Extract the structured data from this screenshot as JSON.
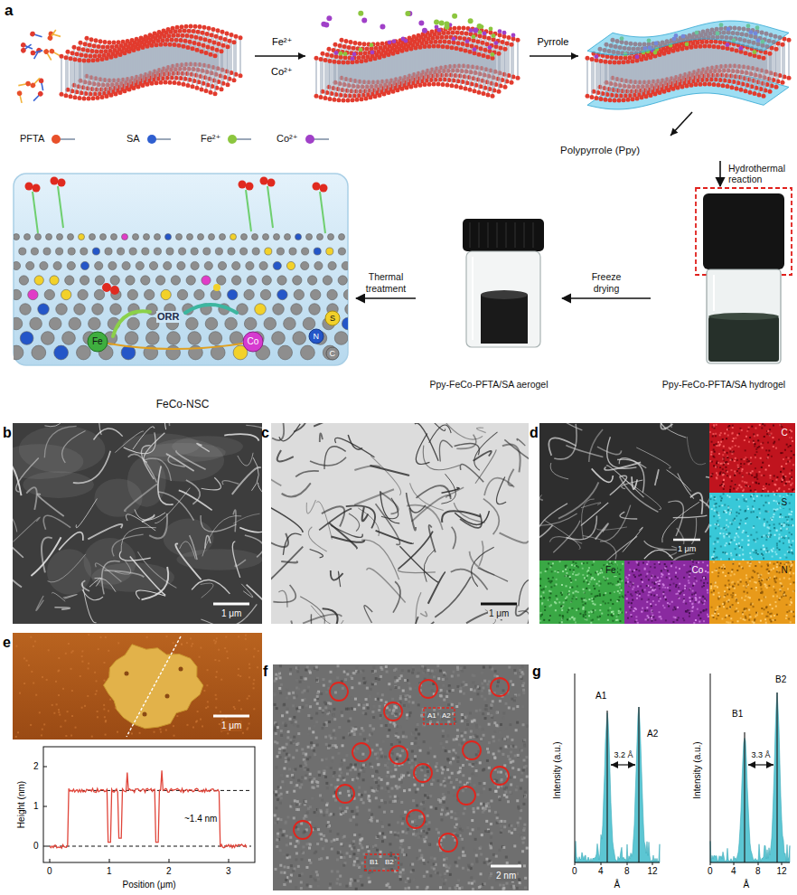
{
  "diagram": {
    "nodes": [
      {
        "text": [
          "Polypyrrole (Ppy)"
        ]
      },
      {
        "text": [
          "Ppy-FeCo-PFTA/SA hydrogel"
        ]
      },
      {
        "text": [
          "Ppy-FeCo-PFTA/SA aerogel"
        ]
      },
      {
        "text": [
          "FeCo-NSC"
        ]
      }
    ],
    "edges": [
      {
        "from": 0,
        "to": 1,
        "label": "Hydrothermal reaction",
        "arrow": "to"
      },
      {
        "from": 1,
        "to": 2,
        "label": "Freeze drying",
        "arrow": "to"
      },
      {
        "from": 2,
        "to": 3,
        "label": "Thermal treatment",
        "arrow": "to"
      }
    ],
    "labels": [
      "a",
      "Fe²⁺",
      "Co²⁺",
      "Pyrrole",
      "b",
      "1 μm",
      "c",
      "1 μm",
      "d",
      "1 μm",
      "C",
      "S",
      "Fe",
      "Co",
      "N",
      "e",
      "1 μm",
      "2",
      "1",
      "0",
      "Height (nm)",
      "~1.4 nm",
      "0",
      "1",
      "2",
      "3",
      "Position (μm)",
      "f",
      "A1",
      "A2",
      "B1",
      "B2",
      "2 nm",
      "g",
      "Intensity (a.u.)",
      "A1",
      "A2",
      "3.2 Å",
      "0",
      "4",
      "8",
      "12",
      "Å",
      "Intensity (a.u.)",
      "B1",
      "B2",
      "3.3 Å",
      "0",
      "4",
      "8",
      "12",
      "Å",
      "ORR",
      "Fe",
      "Co",
      "N",
      "S",
      "C"
    ],
    "legend": [
      {
        "text": "PFTA",
        "color": "#e8502a"
      },
      {
        "text": "SA",
        "color": "#2f5fd0"
      },
      {
        "text": "Fe²⁺",
        "color": "#8cc63f"
      },
      {
        "text": "Co²⁺",
        "color": "#a040c8"
      }
    ]
  }
}
